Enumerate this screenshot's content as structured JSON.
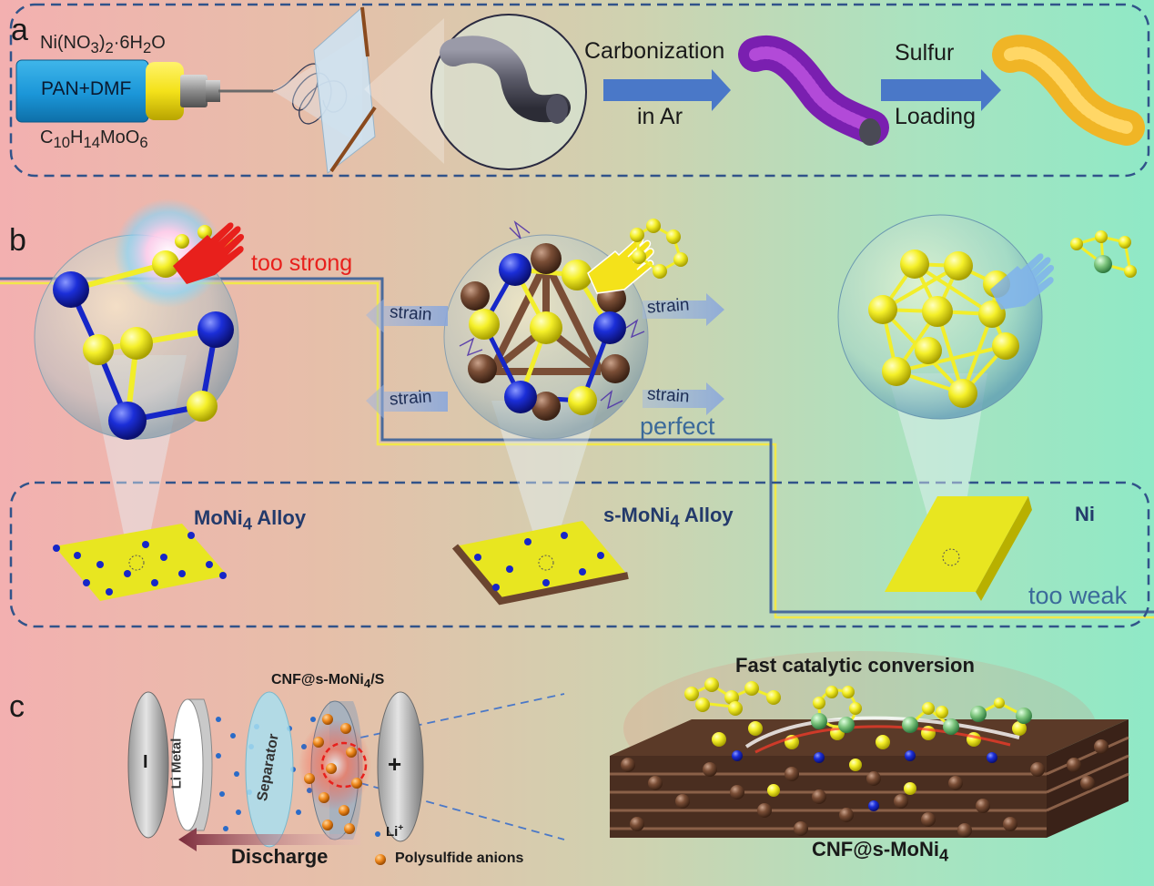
{
  "panels": {
    "a": "a",
    "b": "b",
    "c": "c"
  },
  "panel_a": {
    "syringe_label": "PAN+DMF",
    "precursor_top": {
      "base": "Ni(NO",
      "sub1": "3",
      "mid": ")",
      "sub2": "2",
      "tail": "·6H",
      "sub3": "2",
      "end": "O"
    },
    "precursor_bottom": {
      "c": "C",
      "c_sub": "10",
      "h": "H",
      "h_sub": "14",
      "mo": "MoO",
      "o_sub": "6"
    },
    "step1_top": "Carbonization",
    "step1_bottom": "in Ar",
    "step2_top": "Sulfur",
    "step2_bottom": "Loading"
  },
  "panel_b": {
    "left_note": "too strong",
    "middle_note": "perfect",
    "right_note": "too weak",
    "strain_label": "strain",
    "alloy1": {
      "pre": "MoNi",
      "sub": "4",
      "post": " Alloy"
    },
    "alloy2": {
      "pre": "s-MoNi",
      "sub": "4",
      "post": " Alloy"
    },
    "alloy3": "Ni"
  },
  "panel_c": {
    "cathode_title": {
      "pre": "CNF@s-MoNi",
      "sub": "4",
      "post": "/S"
    },
    "anode_sign": "I",
    "li_metal": "Li Metal",
    "separator": "Separator",
    "cathode_sign": "+",
    "li_ion": {
      "base": "Li",
      "sup": "+"
    },
    "polysulfide": "Polysulfide anions",
    "discharge": "Discharge",
    "fast_title": "Fast catalytic conversion",
    "material": {
      "pre": "CNF@s-MoNi",
      "sub": "4"
    }
  },
  "colors": {
    "arrow_blue": "#4a78c8",
    "sulfur_yellow": "#f2ee2a",
    "mo_blue": "#1626c8",
    "carbon_brown": "#6b4530",
    "dash_blue": "#31538a",
    "too_strong_red": "#e8201c",
    "note_blue": "#3b6a9a"
  }
}
